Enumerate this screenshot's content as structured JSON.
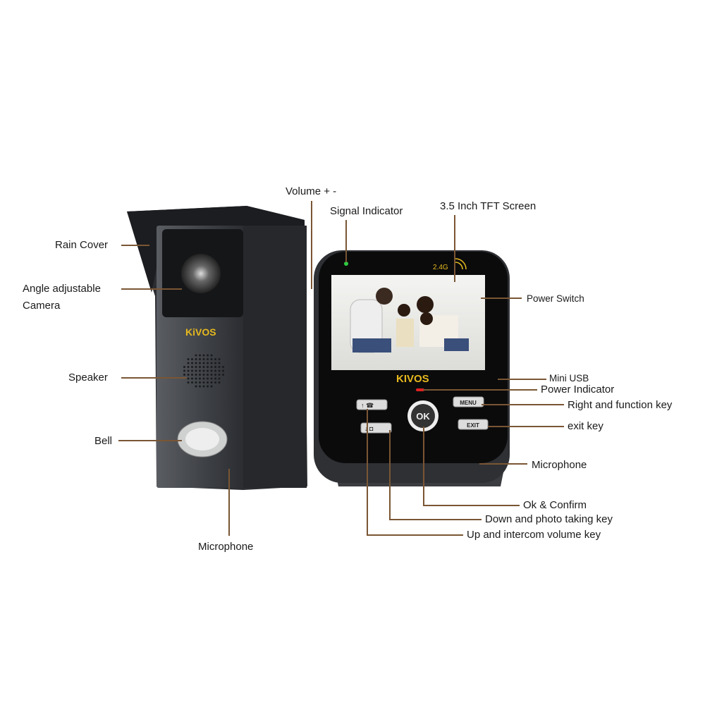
{
  "brand": "KIVOS",
  "screen_badge": "2.4G",
  "buttons": {
    "ok": "OK",
    "menu": "MENU",
    "exit": "EXIT"
  },
  "colors": {
    "leader": "#7a5634",
    "brand_text": "#e6b91e",
    "signal_led": "#2ecc40",
    "power_led": "#e02020"
  },
  "labels": {
    "volume": "Volume + -",
    "signal": "Signal Indicator",
    "screen": "3.5 Inch TFT Screen",
    "power_switch": "Power Switch",
    "mini_usb": "Mini USB",
    "power_indicator": "Power Indicator",
    "right_function": "Right and function key",
    "exit_key": "exit key",
    "monitor_microphone": "Microphone",
    "ok_confirm": "Ok & Confirm",
    "down_photo": "Down and photo taking key",
    "up_intercom": "Up and intercom volume key",
    "rain_cover": "Rain Cover",
    "camera_line1": "Angle adjustable",
    "camera_line2": "Camera",
    "speaker": "Speaker",
    "bell": "Bell",
    "door_microphone": "Microphone"
  }
}
